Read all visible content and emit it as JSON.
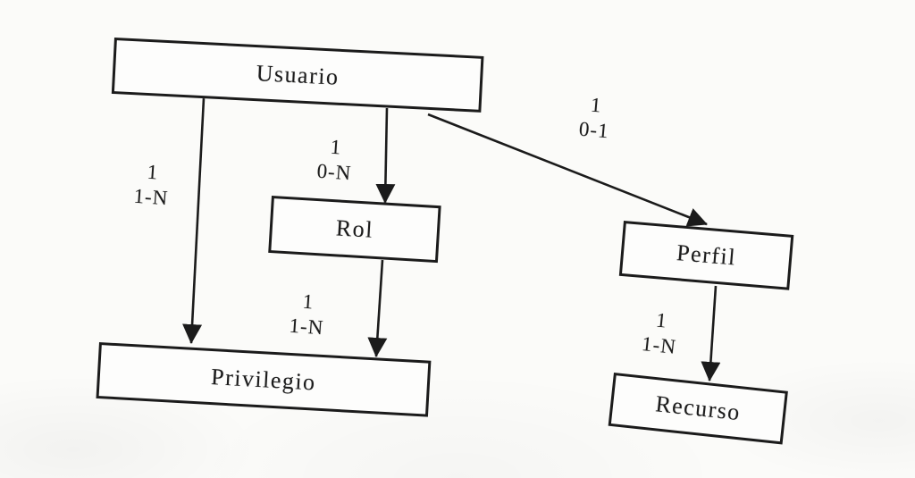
{
  "diagram": {
    "type": "entity-relationship",
    "entities": [
      {
        "id": "usuario",
        "label": "Usuario"
      },
      {
        "id": "rol",
        "label": "Rol"
      },
      {
        "id": "perfil",
        "label": "Perfil"
      },
      {
        "id": "privilegio",
        "label": "Privilegio"
      },
      {
        "id": "recurso",
        "label": "Recurso"
      }
    ],
    "relationships": [
      {
        "from": "Usuario",
        "to": "Privilegio",
        "near_label": "1",
        "far_label": "1-N"
      },
      {
        "from": "Usuario",
        "to": "Rol",
        "near_label": "1",
        "far_label": "0-N"
      },
      {
        "from": "Usuario",
        "to": "Perfil",
        "near_label": "1",
        "far_label": "0-1"
      },
      {
        "from": "Rol",
        "to": "Privilegio",
        "near_label": "1",
        "far_label": "1-N"
      },
      {
        "from": "Perfil",
        "to": "Recurso",
        "near_label": "1",
        "far_label": "1-N"
      }
    ],
    "colors": {
      "line": "#1b1b1b",
      "box_fill": "#fdfdfc",
      "background": "#fbfbf9",
      "text": "#1c1c1c"
    }
  }
}
